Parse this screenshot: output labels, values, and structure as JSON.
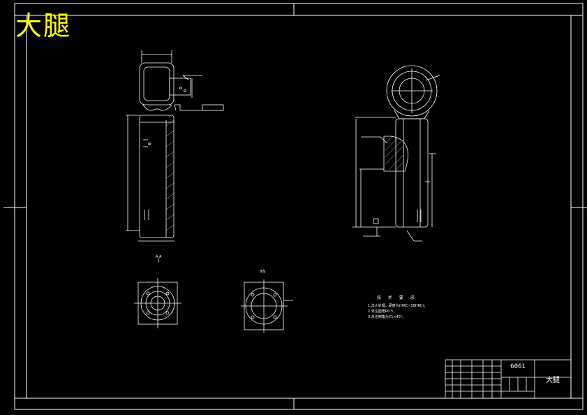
{
  "drawing": {
    "title": "大腿",
    "material": "6061",
    "part_name": "大腿"
  },
  "technical_requirements": {
    "heading": "技 术 要 求",
    "items": [
      "1.淬火处理，硬度为(HRC~58HRC)；",
      "2.未注圆角R0.5；",
      "3.未注倒角为C1×45°。"
    ]
  },
  "labels": {
    "section_mark": "A-A",
    "view_label": "B向"
  },
  "colors": {
    "background": "#000000",
    "line": "#ffffff",
    "title": "#ffff00",
    "hatch": "#ffffff"
  }
}
